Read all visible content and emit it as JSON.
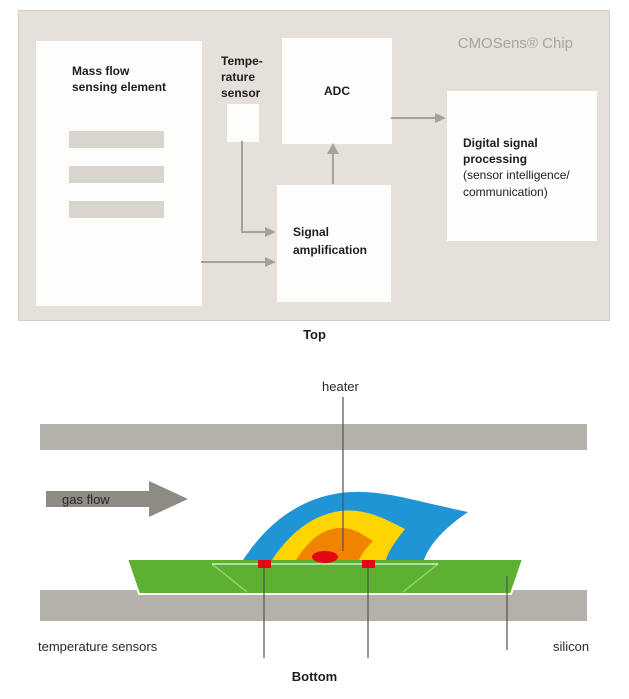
{
  "top_diagram": {
    "chip_label": "CMOSens® Chip",
    "caption": "Top",
    "mass_flow_box": {
      "label": "Mass flow\nsensing element"
    },
    "temperature_sensor": {
      "label": "Tempe-\nrature\nsensor"
    },
    "adc_box": {
      "label": "ADC"
    },
    "signal_amplification_box": {
      "label": "Signal\namplification"
    },
    "dsp_box": {
      "label_bold": "Digital signal\nprocessing",
      "label_normal": "(sensor intelligence/\ncommunication)"
    }
  },
  "bottom_diagram": {
    "caption": "Bottom",
    "heater_label": "heater",
    "gas_flow_label": "gas flow",
    "temperature_sensors_label": "temperature sensors",
    "silicon_label": "silicon"
  },
  "colors": {
    "panel_background": "#e5e0d9",
    "box_background": "#fdfdfc",
    "arrow_gray": "#a6a29b",
    "element_bar_gray": "#d9d4cc",
    "silicon_wall_gray": "#b4b1aa",
    "gas_flow_arrow_gray": "#8e8b85",
    "chip_green": "#5cb130",
    "plume_blue": "#2095d5",
    "plume_yellow": "#ffd400",
    "plume_orange": "#f08300",
    "heater_red": "#e30613",
    "chip_label_gray": "#a8a39c"
  }
}
